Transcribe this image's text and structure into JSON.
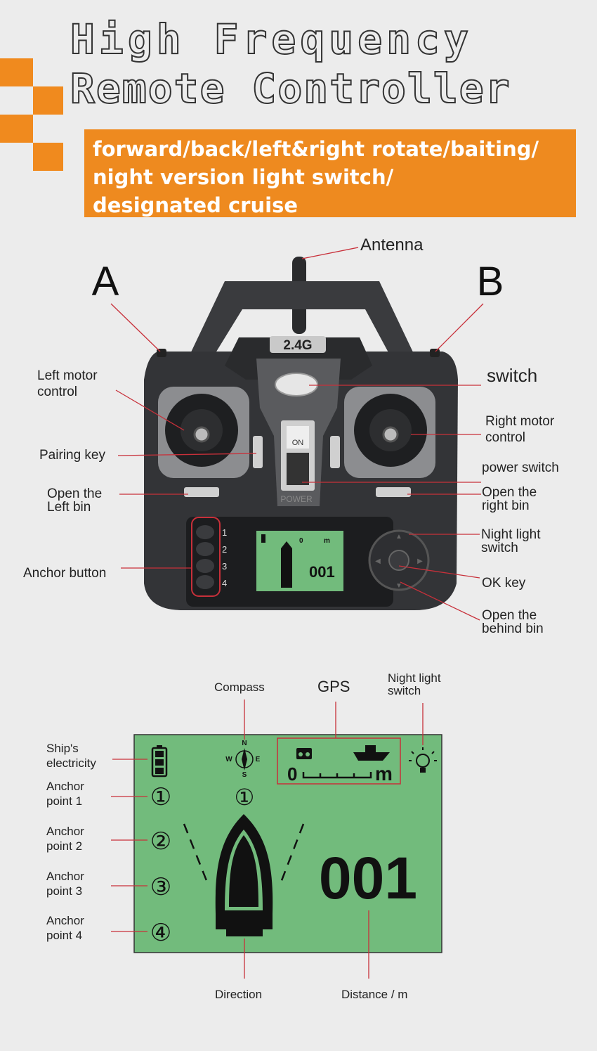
{
  "header": {
    "title_line1": "High Frequency",
    "title_line2": "Remote Controller",
    "banner_lines": [
      "forward/back/left&right rotate/baiting/",
      "night version light switch/",
      "designated cruise"
    ]
  },
  "controller": {
    "model_badge": "2.4G",
    "on_label": "ON",
    "power_label": "POWER",
    "anchor_numbers": [
      "1",
      "2",
      "3",
      "4"
    ],
    "mini_distance": "001",
    "mini_unit": "m",
    "mini_zero": "0",
    "letters": {
      "a": "A",
      "b": "B"
    },
    "labels": {
      "antenna": "Antenna",
      "switch": "switch",
      "left_motor": [
        "Left motor",
        "control"
      ],
      "right_motor": [
        "Right motor",
        "control"
      ],
      "pairing_key": "Pairing key",
      "power_switch": "power switch",
      "open_left_bin": [
        "Open the",
        "Left bin"
      ],
      "open_right_bin": [
        "Open the",
        "right bin"
      ],
      "night_light_switch": [
        "Night light",
        "switch"
      ],
      "anchor_button": "Anchor button",
      "ok_key": "OK key",
      "open_behind_bin": [
        "Open the",
        "behind bin"
      ]
    }
  },
  "lcd": {
    "distance": "001",
    "zero": "0",
    "unit": "m",
    "compass_letters": {
      "n": "N",
      "s": "S",
      "e": "E",
      "w": "W"
    },
    "anchor_marks": [
      "①",
      "②",
      "③",
      "④"
    ],
    "top_mark": "①",
    "labels": {
      "compass": "Compass",
      "gps": "GPS",
      "night_light": [
        "Night light",
        "switch"
      ],
      "ship_electricity": [
        "Ship's",
        "electricity"
      ],
      "anchor_1": [
        "Anchor",
        "point 1"
      ],
      "anchor_2": [
        "Anchor",
        "point 2"
      ],
      "anchor_3": [
        "Anchor",
        "point 3"
      ],
      "anchor_4": [
        "Anchor",
        "point 4"
      ],
      "direction": "Direction",
      "distance": "Distance / m"
    }
  },
  "colors": {
    "accent_orange": "#ee8a1f",
    "lcd_green": "#72bb7c",
    "leader_line_red": "#c8303a",
    "body_dark": "#2d2e30"
  }
}
